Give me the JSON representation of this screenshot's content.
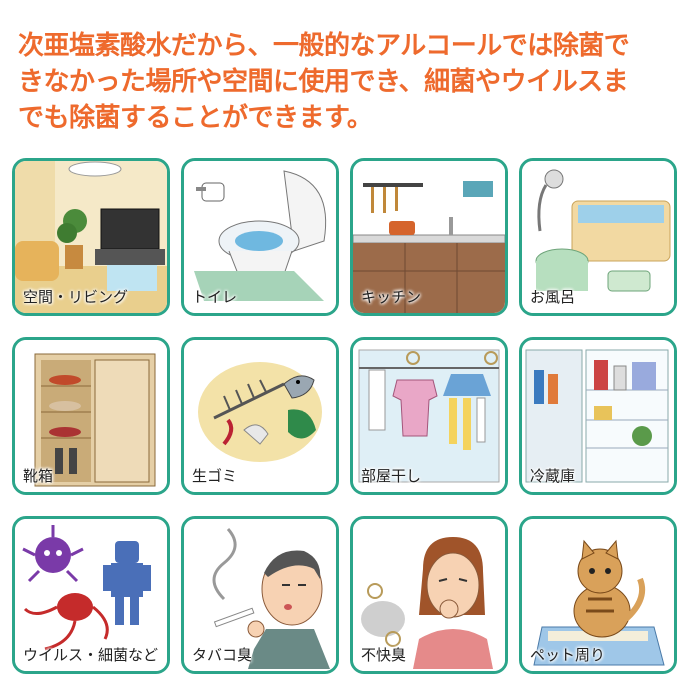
{
  "headline": {
    "line1": "次亜塩素酸水だから、一般的なアルコールでは除菌で",
    "line2": "きなかった場所や空間に使用でき、細菌やウイルスま",
    "line3": "でも除菌することができます。"
  },
  "colors": {
    "accent": "#ee6a2d",
    "tile_border": "#2ba58a"
  },
  "tiles": [
    {
      "label": "空間・リビング",
      "icon": "living-room-icon"
    },
    {
      "label": "トイレ",
      "icon": "toilet-icon"
    },
    {
      "label": "キッチン",
      "icon": "kitchen-icon"
    },
    {
      "label": "お風呂",
      "icon": "bath-icon"
    },
    {
      "label": "靴箱",
      "icon": "shoe-cabinet-icon"
    },
    {
      "label": "生ゴミ",
      "icon": "food-waste-icon"
    },
    {
      "label": "部屋干し",
      "icon": "indoor-laundry-icon"
    },
    {
      "label": "冷蔵庫",
      "icon": "refrigerator-icon"
    },
    {
      "label": "ウイルス・細菌など",
      "icon": "germs-icon"
    },
    {
      "label": "タバコ臭",
      "icon": "cigarette-smell-icon"
    },
    {
      "label": "不快臭",
      "icon": "bad-odor-icon"
    },
    {
      "label": "ペット周り",
      "icon": "pet-area-icon"
    }
  ]
}
